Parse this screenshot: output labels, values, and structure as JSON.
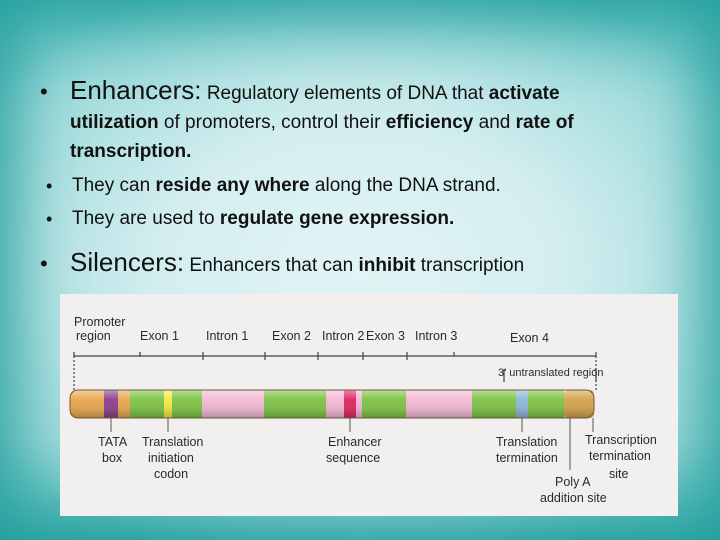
{
  "slide": {
    "bullets": [
      {
        "heading": "Enhancers:",
        "line1_parts": [
          "Regulatory elements of DNA that ",
          "activate"
        ],
        "line2_parts": [
          "utilization",
          " of promoters, control their ",
          "efficiency",
          " and ",
          "rate of"
        ],
        "line3": "transcription."
      },
      {
        "parts": [
          "They can ",
          "reside any where",
          " along the DNA strand."
        ]
      },
      {
        "parts": [
          "They are used to ",
          "regulate gene expression."
        ]
      },
      {
        "heading": "Silencers:",
        "parts": [
          " Enhancers that can ",
          "inhibit",
          " transcription"
        ]
      }
    ],
    "bullet_glyph": "•"
  },
  "diagram": {
    "top_labels": {
      "promoter_region": [
        "Promoter",
        "region"
      ],
      "exon1": "Exon 1",
      "intron1": "Intron 1",
      "exon2": "Exon 2",
      "intron2": "Intron 2",
      "exon3": "Exon 3",
      "intron3": "Intron 3",
      "exon4": "Exon 4",
      "utr3": "3' untranslated region"
    },
    "bottom_labels": {
      "tata": [
        "TATA",
        "box"
      ],
      "translation_initiation": [
        "Translation",
        "initiation",
        "codon"
      ],
      "enhancer": [
        "Enhancer",
        "sequence"
      ],
      "translation_termination": [
        "Translation",
        "termination"
      ],
      "transcription_termination": [
        "Transcription",
        "termination",
        "site"
      ],
      "polya": [
        "Poly A",
        "addition site"
      ]
    },
    "colors": {
      "exon": "#7cc242",
      "intron": "#f2b8d4",
      "promoter": "#e8a64b",
      "tata": "#8a3e8c",
      "start_codon": "#f5e83a",
      "enhancer": "#e0245e",
      "polya": "#8db6d9",
      "utr": "#d4a14a"
    }
  }
}
